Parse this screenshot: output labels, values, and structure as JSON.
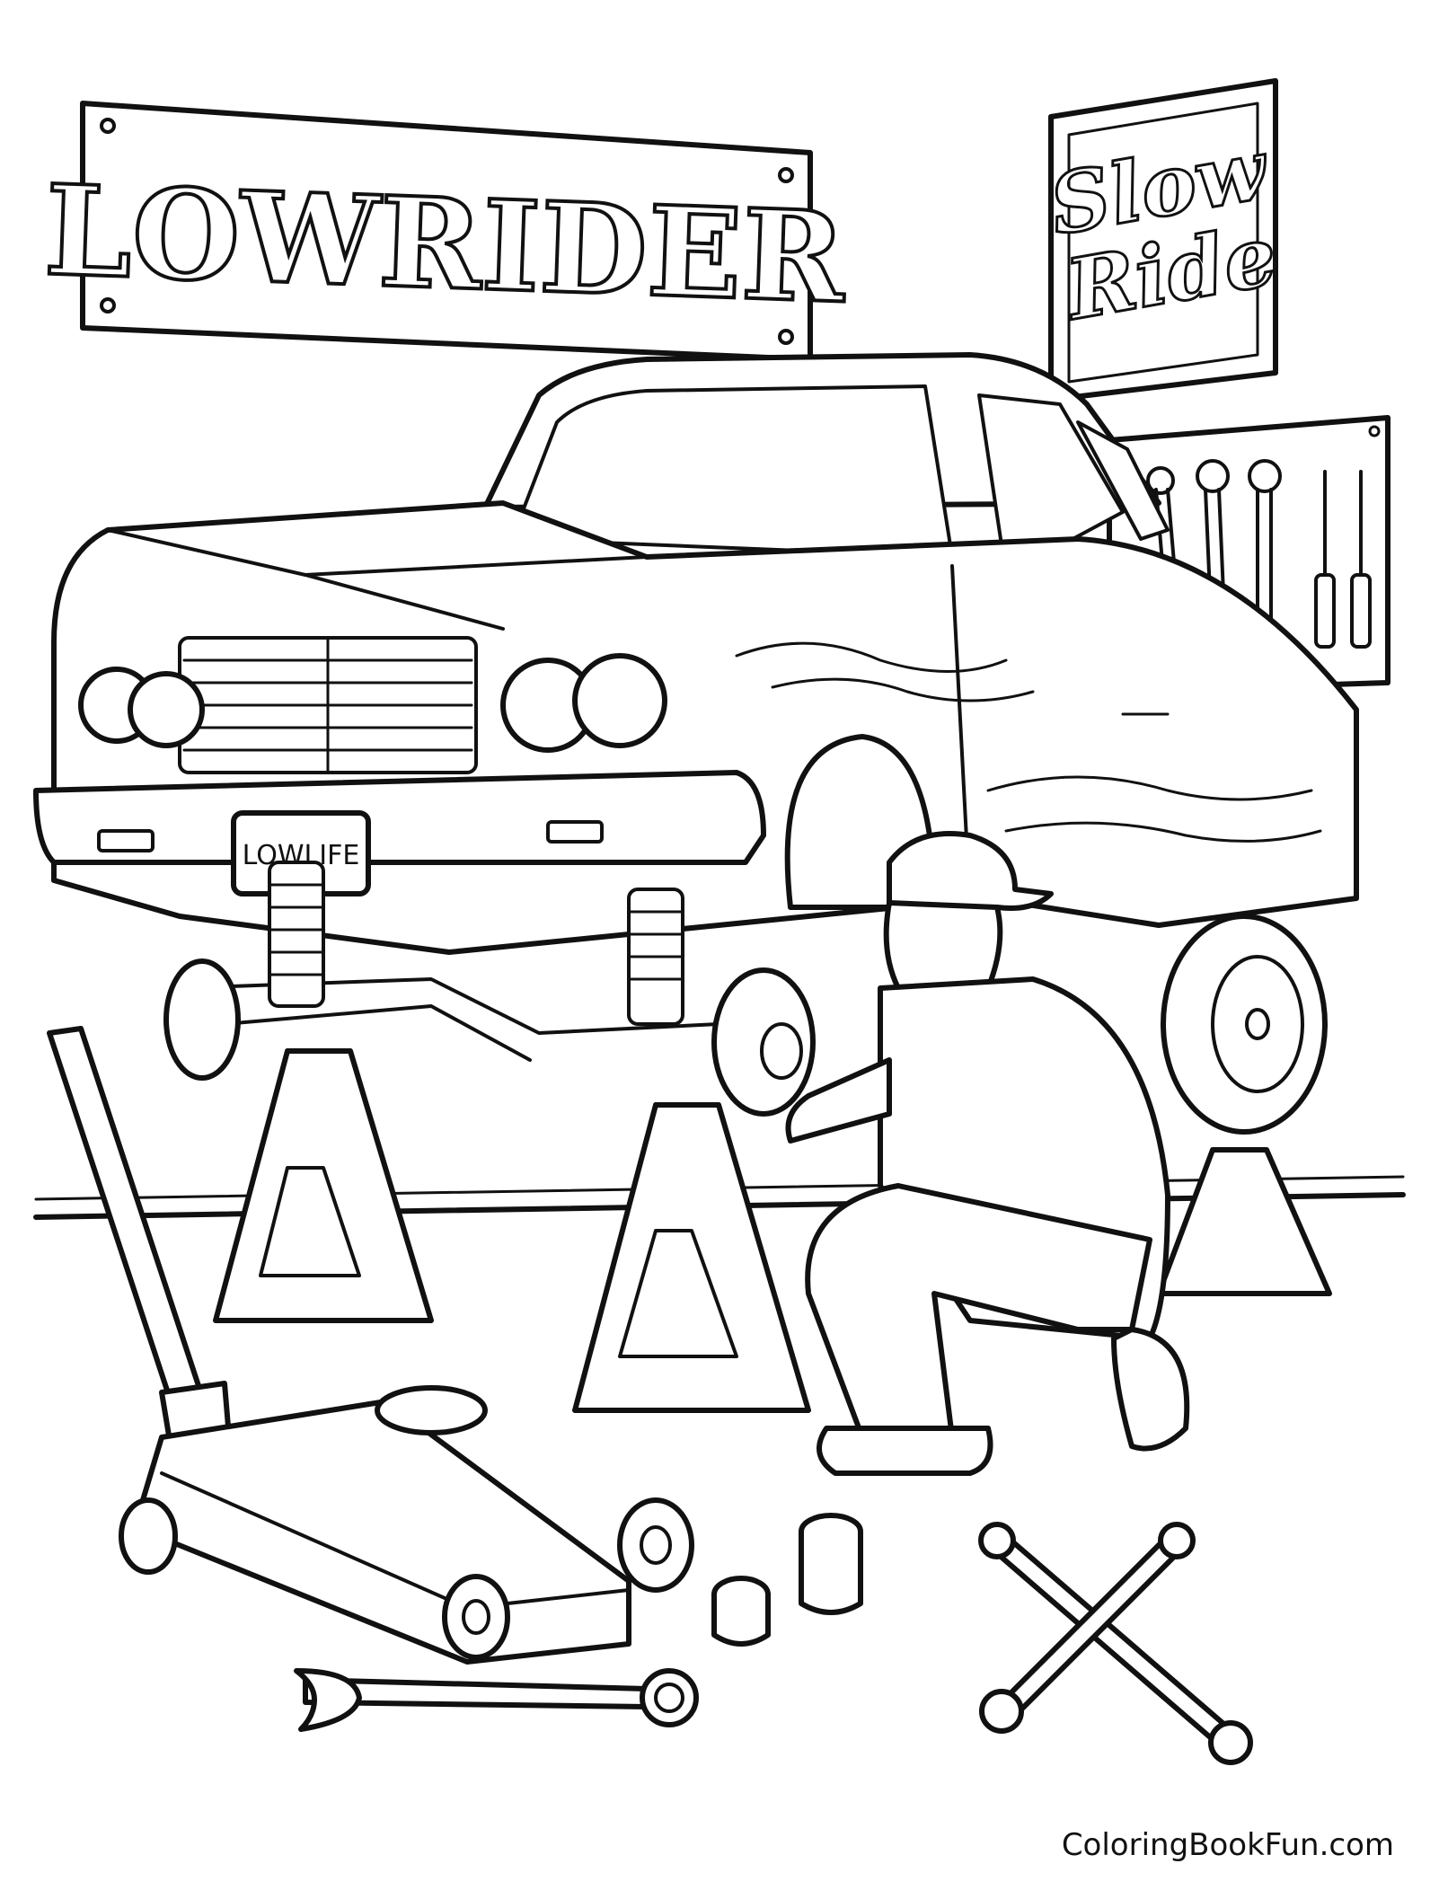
{
  "signs": {
    "main_banner": "LOWRIDER",
    "slow_ride_line1": "Slow",
    "slow_ride_line2": "Ride"
  },
  "car": {
    "license_plate": "LOWLIFE"
  },
  "watermark": "ColoringBookFun.com",
  "icons": {
    "banner": "lowrider-banner-icon",
    "car": "lowrider-car-icon",
    "mechanic": "mechanic-figure-icon",
    "jack": "floor-jack-icon",
    "tool_board": "tool-board-icon"
  },
  "colors": {
    "line": "#111111",
    "paper": "#ffffff"
  }
}
